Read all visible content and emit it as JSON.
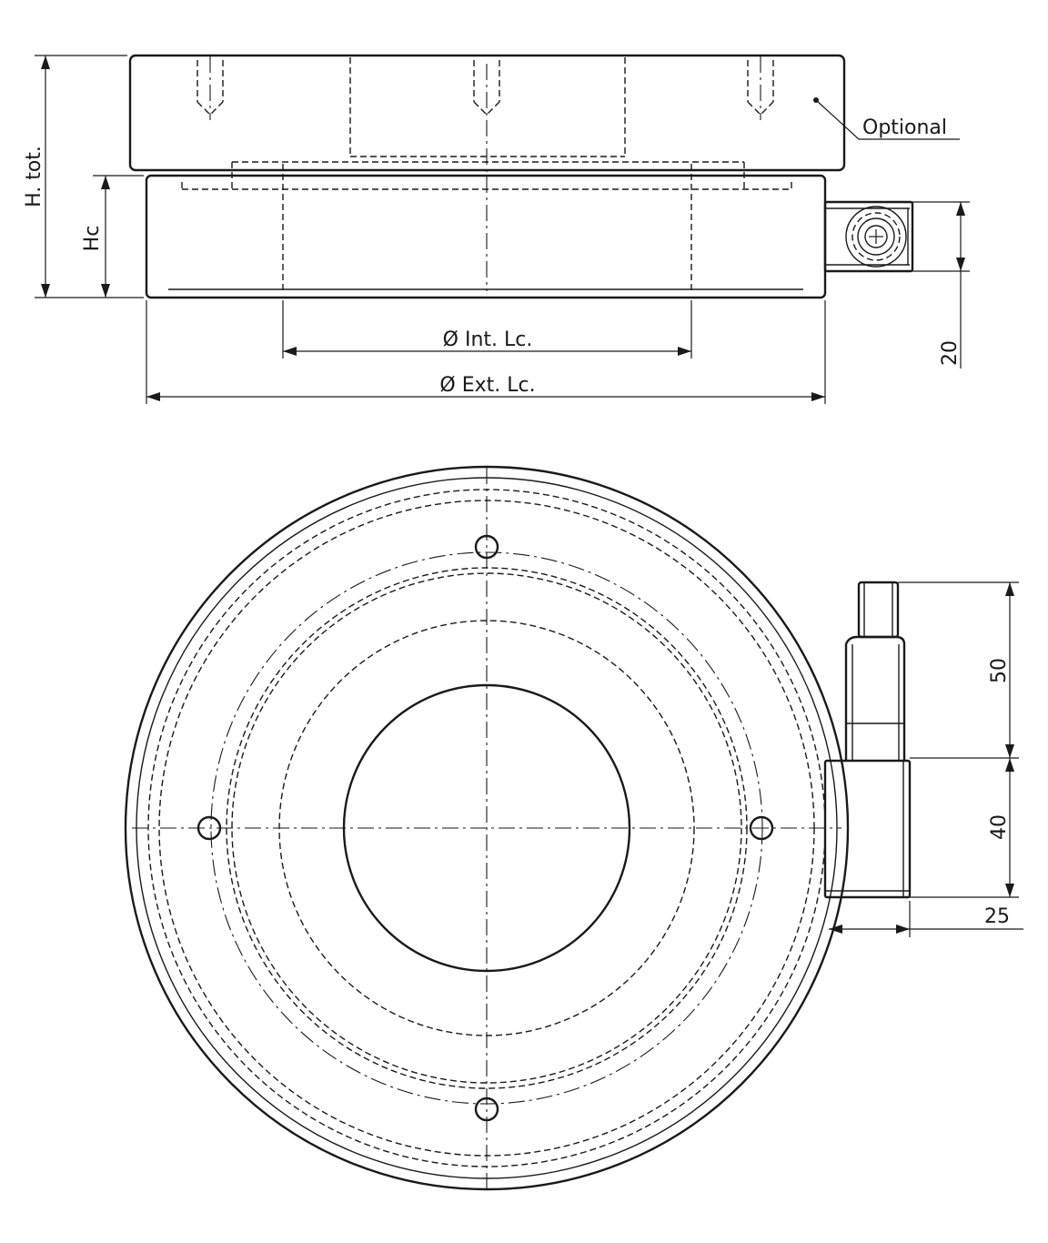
{
  "labels": {
    "h_tot": "H. tot.",
    "hc": "Hc",
    "optional": "Optional",
    "int_lc": "Ø Int. Lc.",
    "ext_lc": "Ø Ext. Lc.",
    "dim_20": "20",
    "dim_50": "50",
    "dim_40": "40",
    "dim_25": "25"
  },
  "colors": {
    "line": "#1a1a1a",
    "background": "#ffffff"
  }
}
